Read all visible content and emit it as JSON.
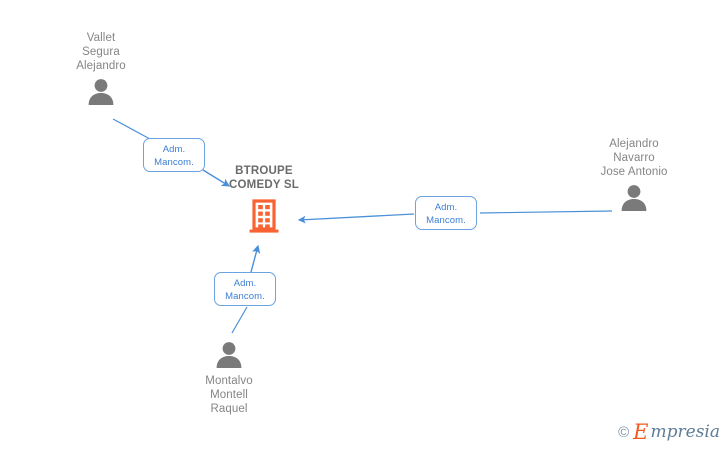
{
  "graph": {
    "company": {
      "name": "BTROUPE\nCOMEDY SL",
      "icon": "building-icon",
      "color": "#f96332"
    },
    "people": [
      {
        "id": "vallet-segura-alejandro",
        "name": "Vallet\nSegura\nAlejandro",
        "icon": "person-icon",
        "position": "top-left"
      },
      {
        "id": "alejandro-navarro-jose-antonio",
        "name": "Alejandro\nNavarro\nJose Antonio",
        "icon": "person-icon",
        "position": "right"
      },
      {
        "id": "montalvo-montell-raquel",
        "name": "Montalvo\nMontell\nRaquel",
        "icon": "person-icon",
        "position": "bottom"
      }
    ],
    "relations": [
      {
        "id": "rel-vallet",
        "label": "Adm.\nMancom.",
        "from": "vallet-segura-alejandro",
        "to": "company"
      },
      {
        "id": "rel-navarro",
        "label": "Adm.\nMancom.",
        "from": "alejandro-navarro-jose-antonio",
        "to": "company"
      },
      {
        "id": "rel-montalvo",
        "label": "Adm.\nMancom.",
        "from": "montalvo-montell-raquel",
        "to": "company"
      }
    ],
    "edge_color": "#4a90d9",
    "person_color": "#7a7a7a",
    "text_color": "#858585"
  },
  "watermark": {
    "copyright": "©",
    "brand_initial": "E",
    "brand_rest": "mpresia"
  }
}
